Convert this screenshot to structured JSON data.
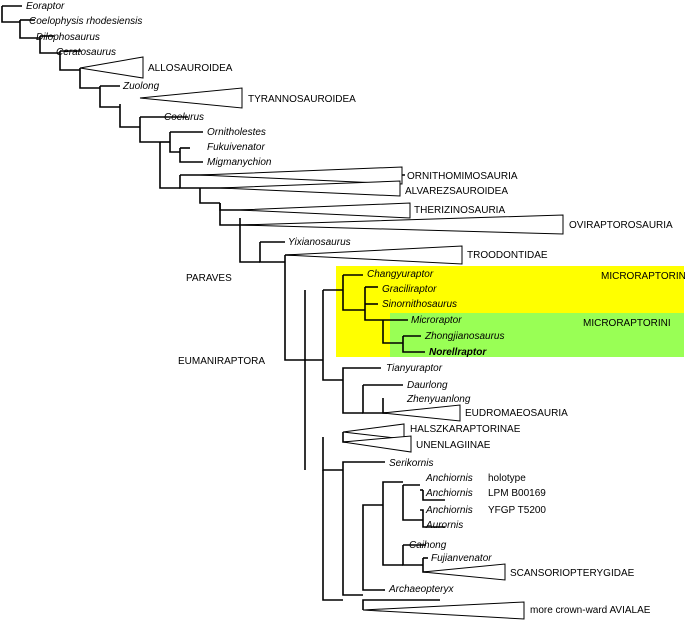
{
  "colors": {
    "microraptorinae_highlight": "#ffff00",
    "microraptorini_highlight": "#99ff55"
  },
  "taxa": {
    "eoraptor": "Eoraptor",
    "coelophysis": "Coelophysis  rhodesiensis",
    "dilophosaurus": "Dilophosaurus",
    "ceratosaurus": "Ceratosaurus",
    "zuolong": "Zuolong",
    "coelurus": "Coelurus",
    "ornitholestes": "Ornitholestes",
    "fukuivenator": "Fukuivenator",
    "migmanychion": "Migmanychion",
    "yixianosaurus": "Yixianosaurus",
    "changyuraptor": "Changyuraptor",
    "graciliraptor": "Graciliraptor",
    "sinornithosaurus": "Sinornithosaurus",
    "microraptor": "Microraptor",
    "zhongjianosaurus": "Zhongjianosaurus",
    "norellraptor": "Norellraptor",
    "tianyuraptor": "Tianyuraptor",
    "daurlong": "Daurlong",
    "zhenyuanlong": "Zhenyuanlong",
    "serikornis": "Serikornis",
    "anchiornis_1": "Anchiornis",
    "anchiornis_1_note": "holotype",
    "anchiornis_2": "Anchiornis",
    "anchiornis_2_note": "LPM B00169",
    "anchiornis_3": "Anchiornis",
    "anchiornis_3_note": "YFGP T5200",
    "aurornis": "Aurornis",
    "caihong": "Caihong",
    "fujianvenator": "Fujianvenator",
    "archaeopteryx": "Archaeopteryx"
  },
  "clades": {
    "allosauroidea": "ALLOSAUROIDEA",
    "tyrannosauroidea": "TYRANNOSAUROIDEA",
    "ornithomimosauria": "ORNITHOMIMOSAURIA",
    "alvarezsauroidea": "ALVAREZSAUROIDEA",
    "therizinosauria": "THERIZINOSAURIA",
    "oviraptorosauria": "OVIRAPTOROSAURIA",
    "troodontidae": "TROODONTIDAE",
    "eudromaeosauria": "EUDROMAEOSAURIA",
    "halszkaraptorinae": "HALSZKARAPTORINAE",
    "unenlagiinae": "UNENLAGIINAE",
    "scansoriopterygidae": "SCANSORIOPTERYGIDAE",
    "avialae": "more crown-ward AVIALAE"
  },
  "group_labels": {
    "microraptorinae": "MICRORAPTORINAE",
    "microraptorini": "MICRORAPTORINI",
    "paraves": "PARAVES",
    "eumaniraptora": "EUMANIRAPTORA"
  }
}
